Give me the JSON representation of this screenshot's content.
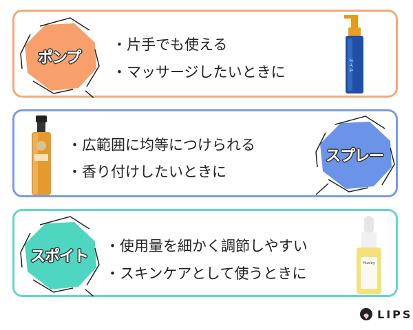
{
  "sections": [
    {
      "label": "ポンプ",
      "color": "#f7a06b",
      "border": "#f4a879",
      "lines": [
        "・片手でも使える",
        "・マッサージしたいときに"
      ],
      "product": "pump-bottle"
    },
    {
      "label": "スプレー",
      "color": "#6b93e8",
      "border": "#7a9ce2",
      "lines": [
        "・広範囲に均等につけられる",
        "・香り付けしたいときに"
      ],
      "product": "spray-bottle"
    },
    {
      "label": "スポイト",
      "color": "#4fd6c0",
      "border": "#62d8c4",
      "lines": [
        "・使用量を細かく調節しやすい",
        "・スキンケアとして使うときに"
      ],
      "product": "dropper-bottle"
    }
  ],
  "logo": {
    "text": "LIPS"
  }
}
